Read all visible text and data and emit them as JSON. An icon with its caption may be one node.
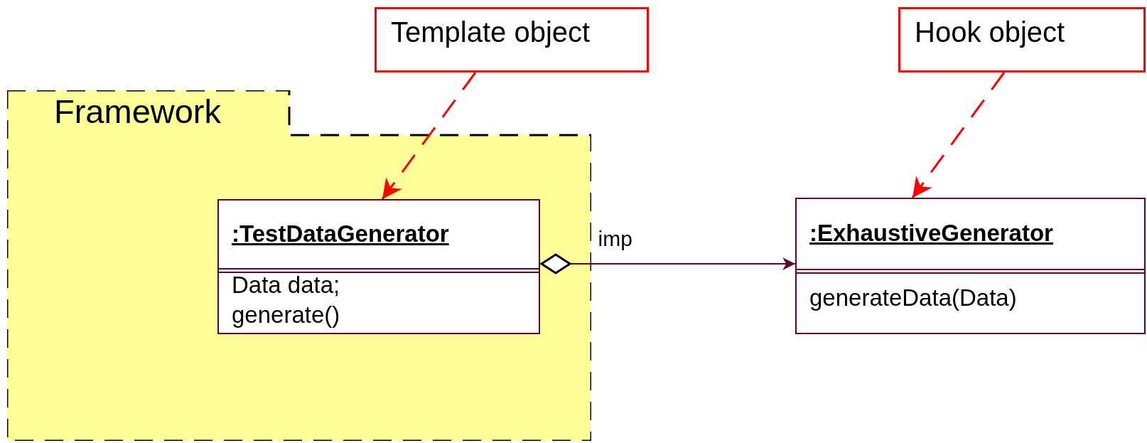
{
  "diagram": {
    "nodes": [
      {
        "text": [
          "Template object"
        ]
      },
      {
        "text": [
          "Hook object"
        ]
      },
      {
        "text": [
          "Framework"
        ]
      },
      {
        "text": [
          ":TestDataGenerator",
          "Data data; generate()"
        ],
        "in": 2
      },
      {
        "text": [
          ":ExhaustiveGenerator",
          "generateData(Data)"
        ]
      }
    ],
    "edges": [
      {
        "from": 0,
        "to": 3,
        "arrow": "to",
        "style": "dashed"
      },
      {
        "from": 1,
        "to": 4,
        "arrow": "to",
        "style": "dashed"
      },
      {
        "from": 3,
        "to": 4,
        "arrow": "to",
        "label": "imp",
        "color": "#660033"
      }
    ]
  }
}
